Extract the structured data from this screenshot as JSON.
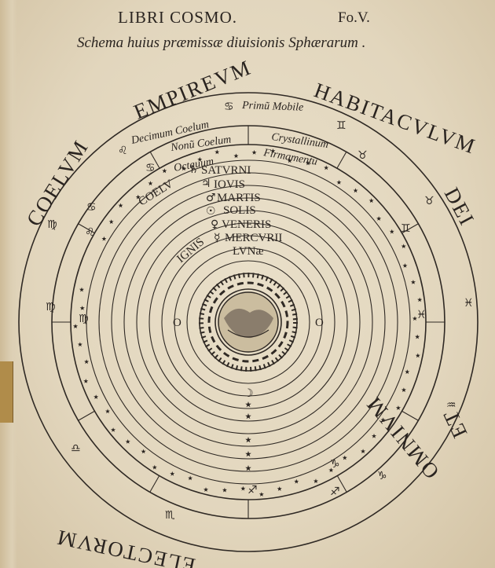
{
  "header": {
    "running_head": "LIBRI COSMO.",
    "folio": "Fo.V.",
    "subtitle": "Schema huius præmissæ diuisionis Sphærarum ."
  },
  "outer_inscription": {
    "top_left": "EMPIREVM",
    "top_right": "HABITACVLVM",
    "left": "COELVM",
    "right": "DEI",
    "lower_right_a": "ET",
    "lower_right_b": "OMNIVM",
    "bottom": "ELECTORVM"
  },
  "spheres": {
    "decimum": "Decimum Coelum",
    "primum_mobile": "Primũ Mobile",
    "nonum": "Nonũ Coelum",
    "crystallinum": "Crystallinum",
    "octauum": "Octauum",
    "firmamentum": "Firmamentu",
    "coelum": "COELV"
  },
  "planets": [
    "SATVRNI",
    "IOVIS",
    "MARTIS",
    "SOLIS",
    "VENERIS",
    "MERCVRII",
    "LVNæ"
  ],
  "elements": {
    "ignis": "IGNIS",
    "o_left": "O",
    "o_right": "O"
  },
  "glyphs": {
    "zodiac": [
      "♈",
      "♉",
      "♊",
      "♋",
      "♌",
      "♍",
      "♎",
      "♏",
      "♐",
      "♑",
      "♒",
      "♓"
    ],
    "saturn": "♄",
    "jupiter": "♃",
    "mars": "♂",
    "sun": "☉",
    "venus": "♀",
    "mercury": "☿",
    "moon": "☽"
  },
  "colors": {
    "ink": "#2a2420",
    "paper": "#e6dbc4",
    "tab": "#b08c4a"
  }
}
